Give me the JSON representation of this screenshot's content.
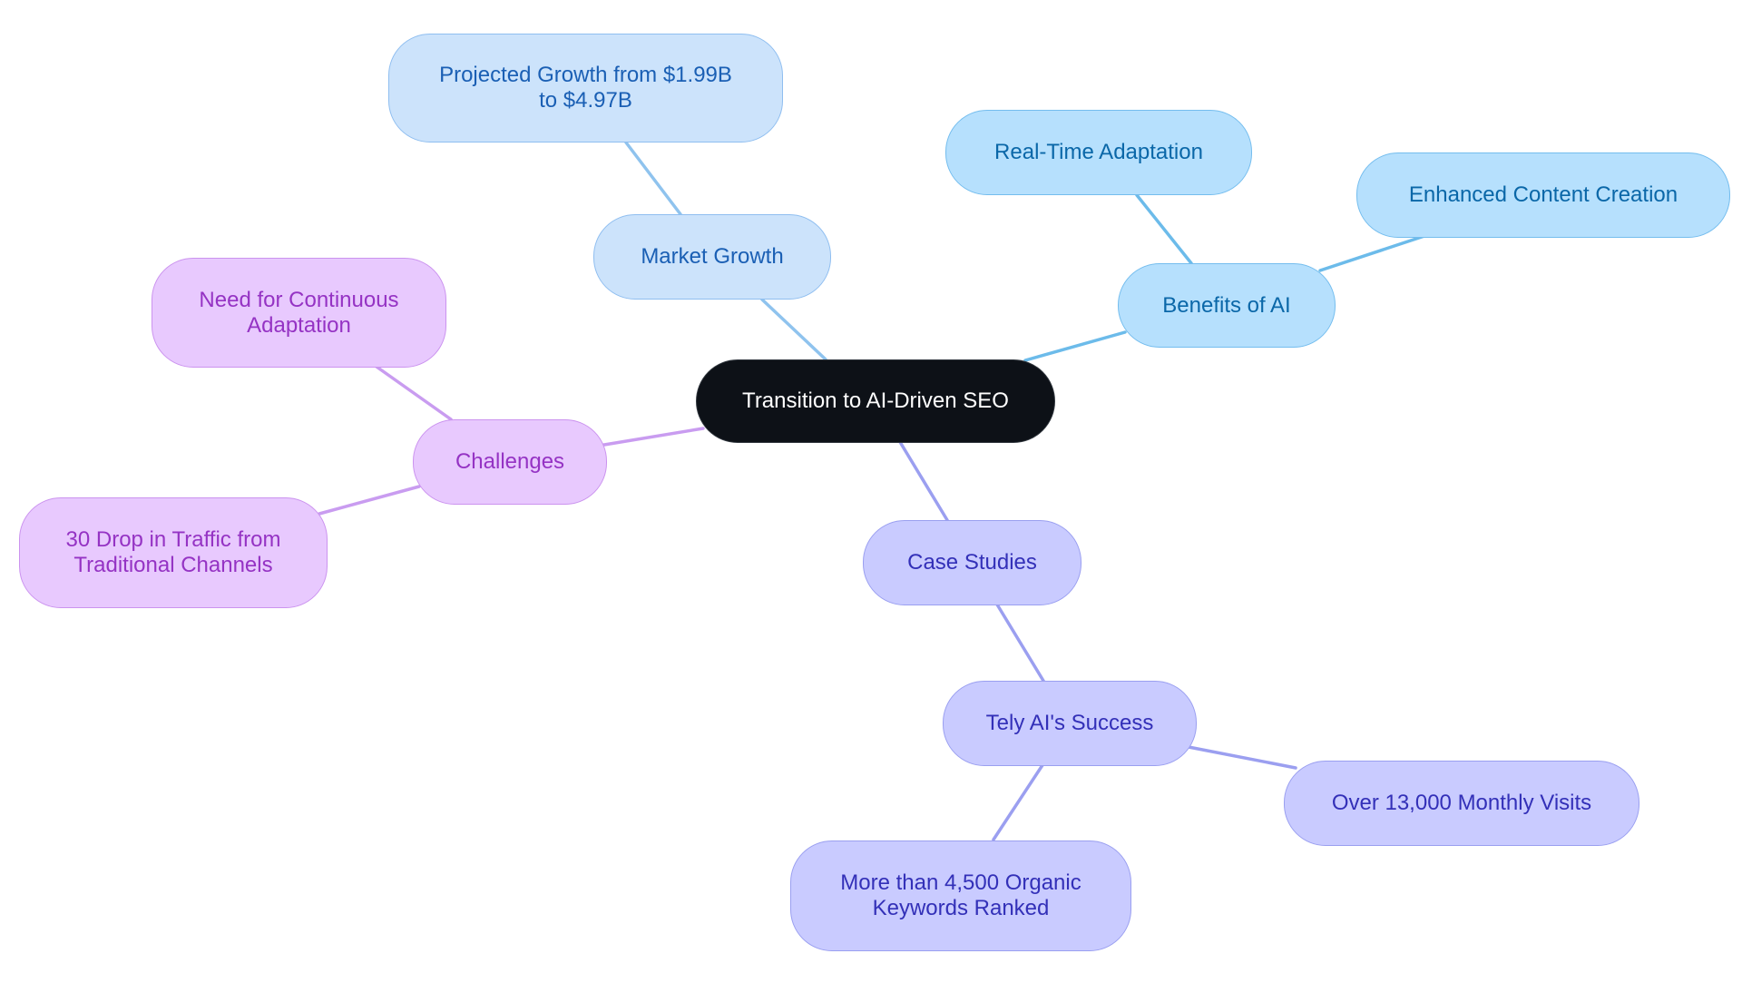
{
  "root": {
    "label": "Transition to AI-Driven SEO"
  },
  "branches": {
    "market_growth": {
      "label": "Market Growth",
      "children": [
        "Projected Growth from $1.99B\nto $4.97B"
      ]
    },
    "benefits_of_ai": {
      "label": "Benefits of AI",
      "children": [
        "Real-Time Adaptation",
        "Enhanced Content Creation"
      ]
    },
    "challenges": {
      "label": "Challenges",
      "children": [
        "Need for Continuous\nAdaptation",
        "30 Drop in Traffic from\nTraditional Channels"
      ]
    },
    "case_studies": {
      "label": "Case Studies",
      "children": [
        "Tely AI's Success"
      ],
      "grandchildren": [
        "Over 13,000 Monthly Visits",
        "More than 4,500 Organic\nKeywords Ranked"
      ]
    }
  },
  "colors": {
    "root_fill": "#0d1117",
    "market_growth": "#cce3fb",
    "benefits_of_ai": "#b6e0fd",
    "case_studies": "#c9cbff",
    "challenges": "#e8c9fe",
    "edge_market": "#8fc3ee",
    "edge_benefits": "#6cbbea",
    "edge_cases": "#9b9ff0",
    "edge_challenges": "#c99cf0"
  }
}
